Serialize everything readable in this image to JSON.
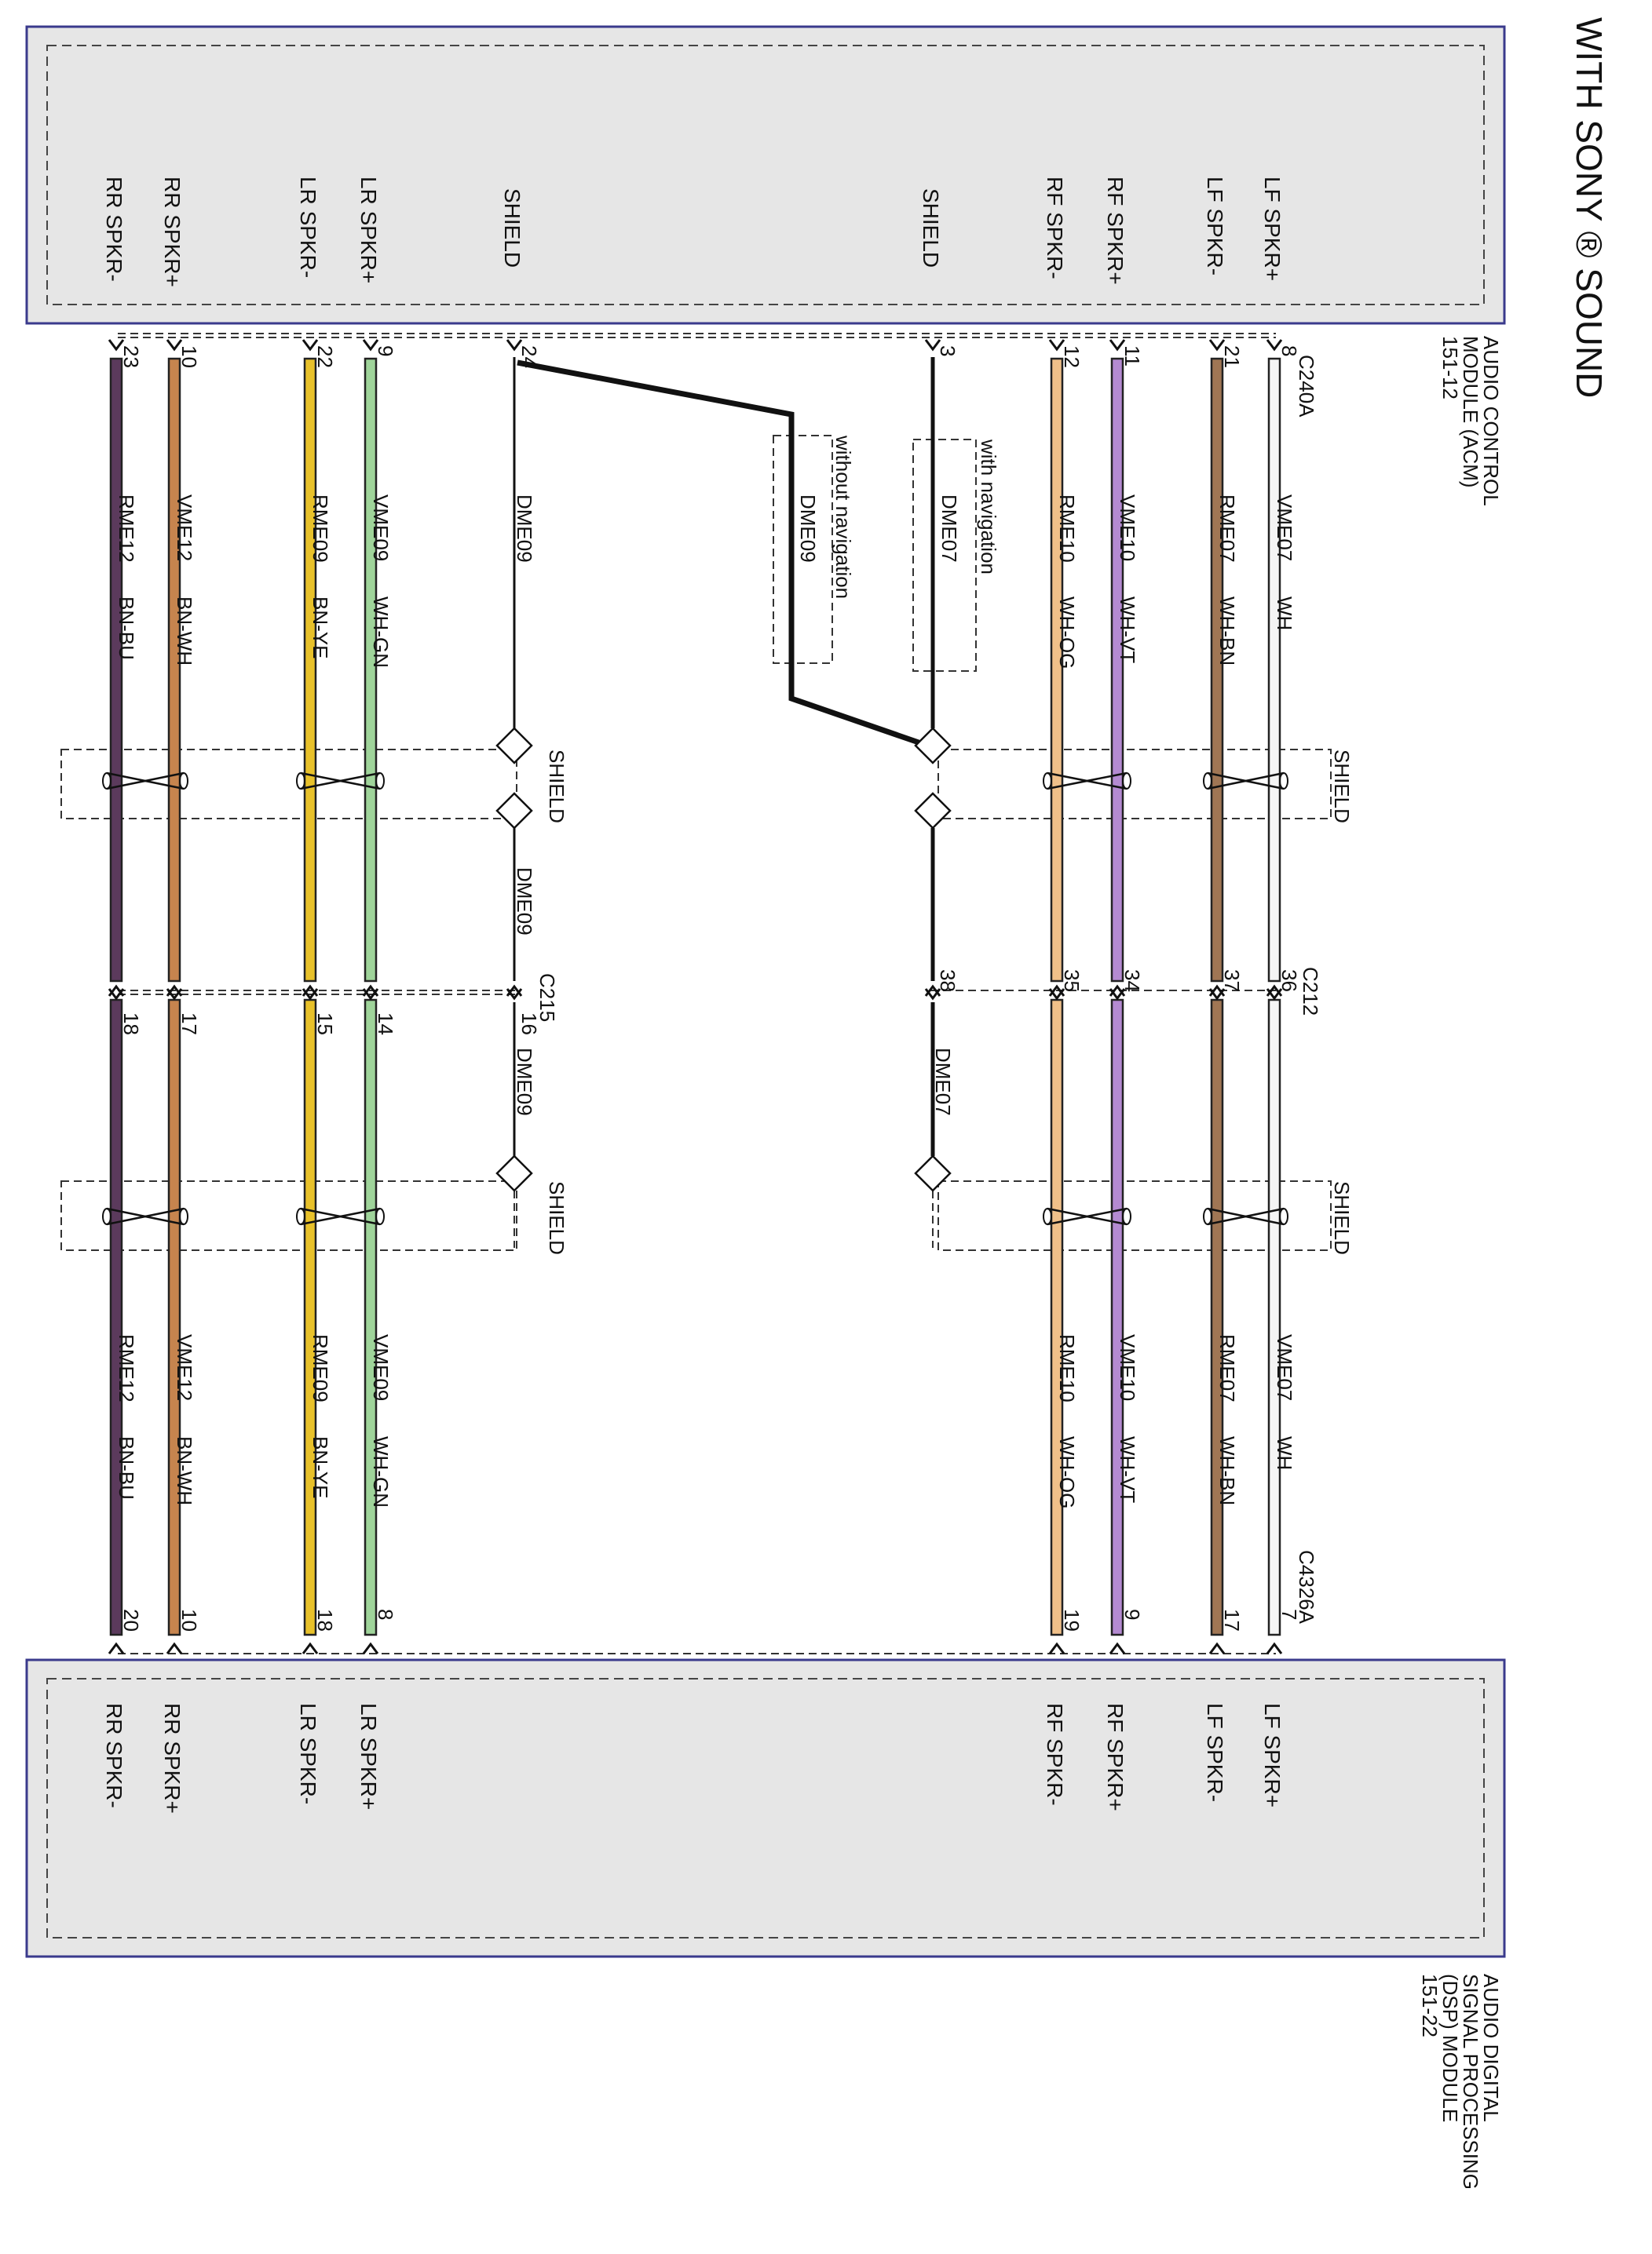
{
  "title": "WITH SONY ® SOUND",
  "modules": {
    "acm": {
      "lines": [
        "AUDIO CONTROL",
        "MODULE (ACM)",
        "151-12"
      ],
      "connector": "C240A"
    },
    "dsp": {
      "lines": [
        "AUDIO DIGITAL",
        "SIGNAL PROCESSING",
        "(DSP) MODULE",
        "151-22"
      ],
      "connector": "C4326A"
    }
  },
  "inline_connectors": {
    "front": "C212",
    "rear": "C215"
  },
  "shield_label": "SHIELD",
  "nav_notes": {
    "with": {
      "label": "with navigation",
      "circuit": "DME07"
    },
    "without": {
      "label": "without navigation",
      "circuit": "DME09"
    }
  },
  "colors": {
    "WH": "#f4f4f4",
    "WH-BN": "#a07654",
    "WH-VT": "#b48ad1",
    "WH-OG": "#f0c089",
    "WH-GN": "#9fd49a",
    "BN-YE": "#e8c12a",
    "BN-WH": "#c6844e",
    "BN-BU": "#5b3a5c",
    "drain": "#111111"
  },
  "circuits": [
    {
      "id": "lf-spkr-plus",
      "acm_label": "LF SPKR+",
      "dsp_label": "LF SPKR+",
      "acm_pin": "8",
      "c212_pin_a": "36",
      "dsp_pin": "7",
      "circuit": "VME07",
      "wire_color": "WH",
      "group": "front"
    },
    {
      "id": "lf-spkr-minus",
      "acm_label": "LF SPKR-",
      "dsp_label": "LF SPKR-",
      "acm_pin": "21",
      "c212_pin_a": "37",
      "dsp_pin": "17",
      "circuit": "RME07",
      "wire_color": "WH-BN",
      "group": "front"
    },
    {
      "id": "rf-spkr-plus",
      "acm_label": "RF SPKR+",
      "dsp_label": "RF SPKR+",
      "acm_pin": "11",
      "c212_pin_a": "34",
      "dsp_pin": "9",
      "circuit": "VME10",
      "wire_color": "WH-VT",
      "group": "front"
    },
    {
      "id": "rf-spkr-minus",
      "acm_label": "RF SPKR-",
      "dsp_label": "RF SPKR-",
      "acm_pin": "12",
      "c212_pin_a": "35",
      "dsp_pin": "19",
      "circuit": "RME10",
      "wire_color": "WH-OG",
      "group": "front"
    },
    {
      "id": "lr-spkr-plus",
      "acm_label": "LR SPKR+",
      "dsp_label": "LR SPKR+",
      "acm_pin": "9",
      "c215_pin_b": "14",
      "dsp_pin": "8",
      "circuit": "VME09",
      "wire_color": "WH-GN",
      "group": "rear"
    },
    {
      "id": "lr-spkr-minus",
      "acm_label": "LR SPKR-",
      "dsp_label": "LR SPKR-",
      "acm_pin": "22",
      "c215_pin_b": "15",
      "dsp_pin": "18",
      "circuit": "RME09",
      "wire_color": "BN-YE",
      "group": "rear"
    },
    {
      "id": "rr-spkr-plus",
      "acm_label": "RR SPKR+",
      "dsp_label": "RR SPKR+",
      "acm_pin": "10",
      "c215_pin_b": "17",
      "dsp_pin": "10",
      "circuit": "VME12",
      "wire_color": "BN-WH",
      "group": "rear"
    },
    {
      "id": "rr-spkr-minus",
      "acm_label": "RR SPKR-",
      "dsp_label": "RR SPKR-",
      "acm_pin": "23",
      "c215_pin_b": "18",
      "dsp_pin": "20",
      "circuit": "RME12",
      "wire_color": "BN-BU",
      "group": "rear"
    }
  ],
  "shields": [
    {
      "id": "front-shield",
      "acm_label": "SHIELD",
      "acm_pin": "3",
      "c212_pin_a": "38",
      "circuit": "DME07"
    },
    {
      "id": "rear-shield",
      "acm_label": "SHIELD",
      "acm_pin": "24",
      "c215_pin_b": "16",
      "circuit": "DME09"
    }
  ]
}
